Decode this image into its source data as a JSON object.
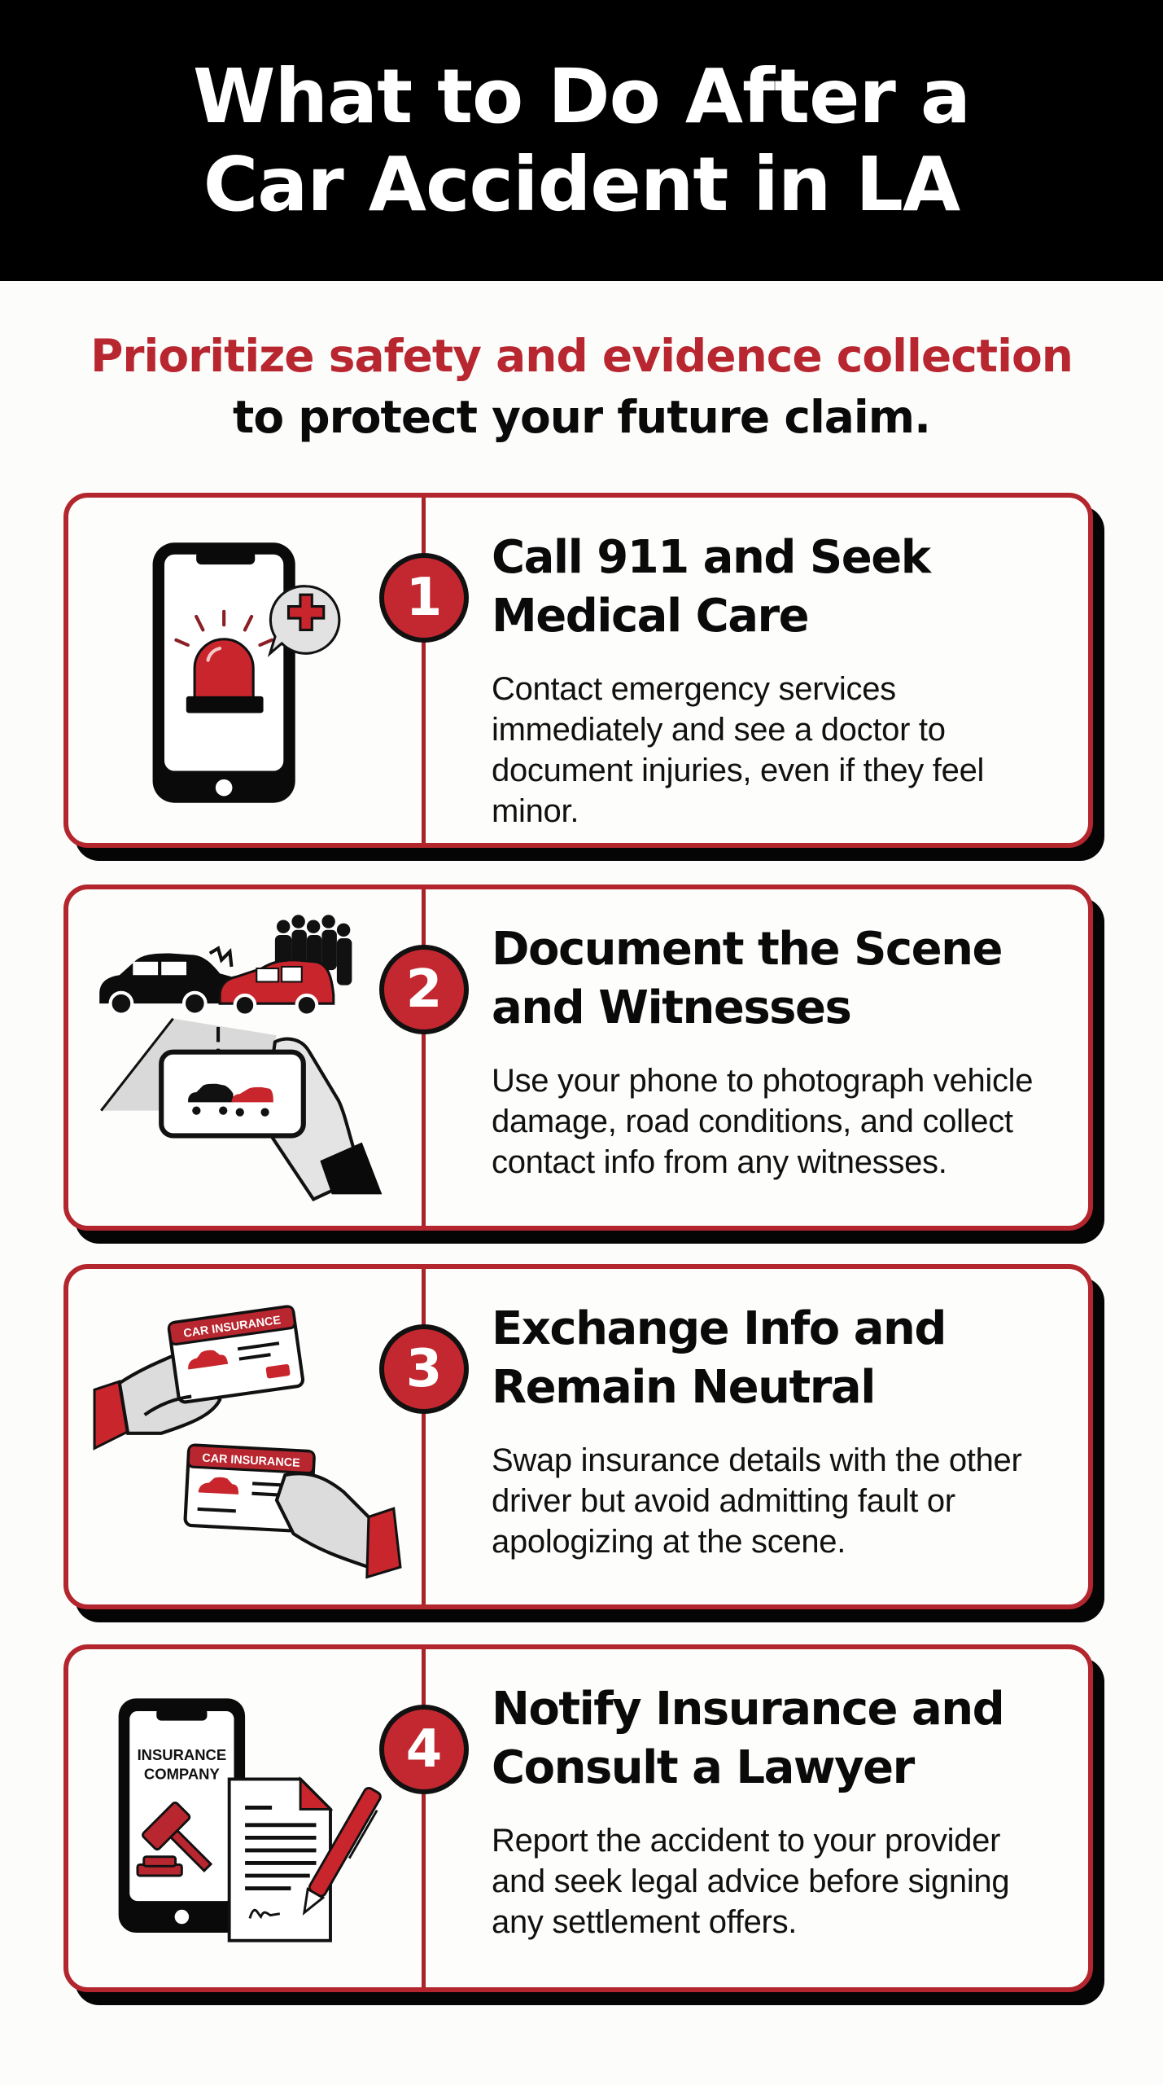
{
  "header": {
    "title_line_1": "What to Do After a",
    "title_line_2": "Car Accident in LA"
  },
  "subtitle": {
    "highlight": "Prioritize safety and evidence collection",
    "rest": "to protect your future claim."
  },
  "colors": {
    "accent_red": "#b8262f",
    "header_bg": "#000000",
    "card_border": "#b3262d",
    "card_shadow": "#050505",
    "background": "#fcfcfb"
  },
  "steps": [
    {
      "number": "1",
      "title": "Call 911 and Seek Medical Care",
      "body": "Contact emergency services immediately and see a doctor to document injuries, even if they feel minor.",
      "icon": "phone-siren-medical-icon"
    },
    {
      "number": "2",
      "title": "Document the Scene and Witnesses",
      "body": "Use your phone to photograph vehicle damage, road conditions, and collect contact info from any witnesses.",
      "icon": "car-crash-photo-icon"
    },
    {
      "number": "3",
      "title": "Exchange Info and Remain Neutral",
      "body": "Swap insurance details with the other driver but avoid admitting fault or apologizing at the scene.",
      "icon": "insurance-card-exchange-icon",
      "icon_labels": [
        "CAR INSURANCE",
        "CAR INSURANCE"
      ]
    },
    {
      "number": "4",
      "title": "Notify Insurance and Consult a Lawyer",
      "body": "Report the accident to your provider and seek legal advice before signing any settlement offers.",
      "icon": "insurance-legal-document-icon",
      "icon_labels": [
        "INSURANCE",
        "COMPANY"
      ]
    }
  ]
}
